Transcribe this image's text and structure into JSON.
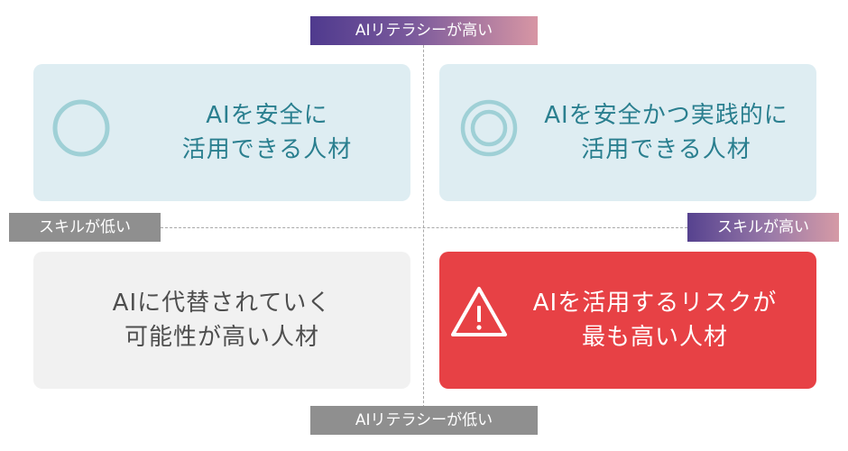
{
  "axes": {
    "top": "AIリテラシーが高い",
    "bottom": "AIリテラシーが低い",
    "left": "スキルが低い",
    "right": "スキルが高い"
  },
  "quadrants": {
    "top_left": {
      "text": "AIを安全に\n活用できる人材",
      "icon": "single-circle-icon"
    },
    "top_right": {
      "text": "AIを安全かつ実践的に\n活用できる人材",
      "icon": "double-circle-icon"
    },
    "bottom_left": {
      "text": "AIに代替されていく\n可能性が高い人材"
    },
    "bottom_right": {
      "text": "AIを活用するリスクが\n最も高い人材",
      "icon": "warning-icon"
    }
  },
  "colors": {
    "teal_box": "#deedf2",
    "teal_text": "#2a7f8f",
    "teal_icon": "#9fd0d6",
    "gray_box": "#f1f1f1",
    "gray_label": "#8f8f8f",
    "red_box": "#e74145",
    "gradient_start": "#4f3a8e",
    "gradient_end": "#d796a4"
  }
}
